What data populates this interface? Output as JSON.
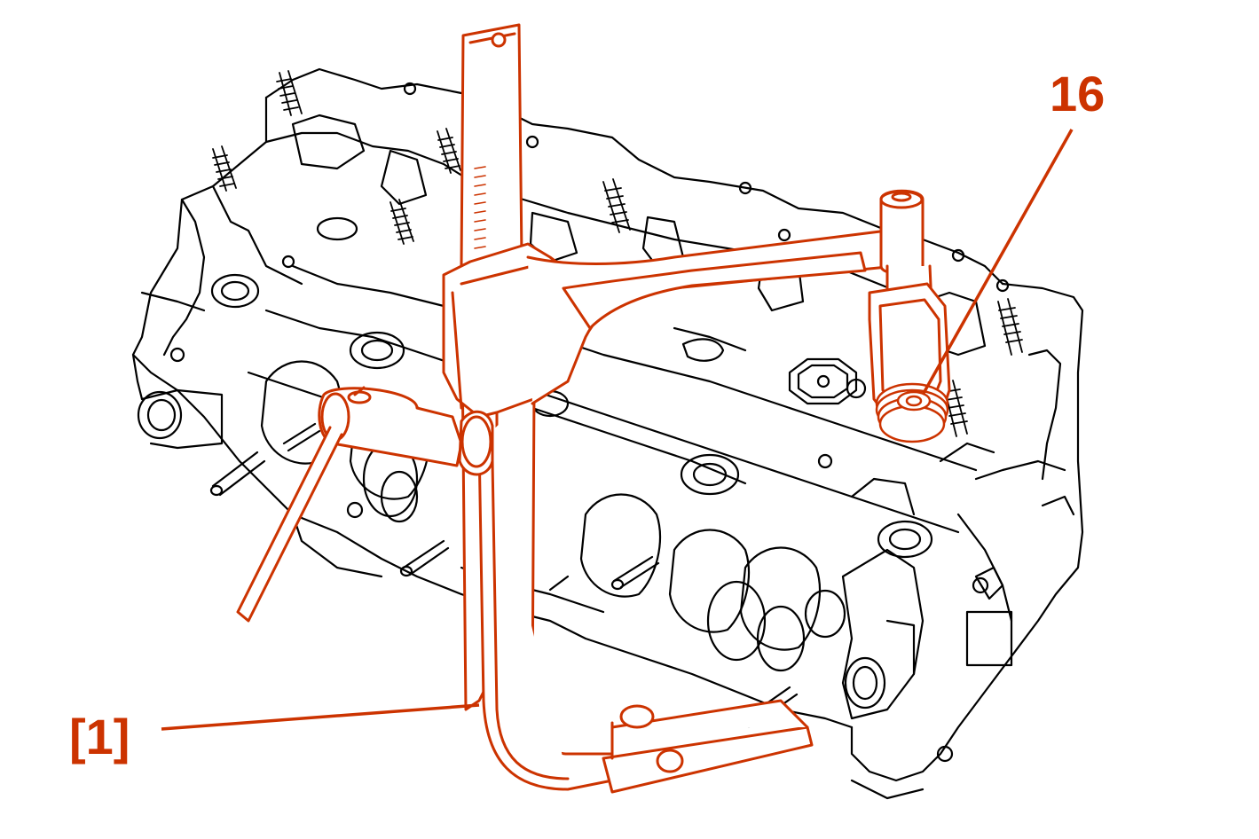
{
  "figure": {
    "callouts": [
      {
        "id": "callout-16",
        "label": "16"
      },
      {
        "id": "callout-1",
        "label": "[1]"
      }
    ]
  },
  "colors": {
    "highlight": "#cc3300",
    "line": "#000000",
    "background": "#ffffff"
  }
}
